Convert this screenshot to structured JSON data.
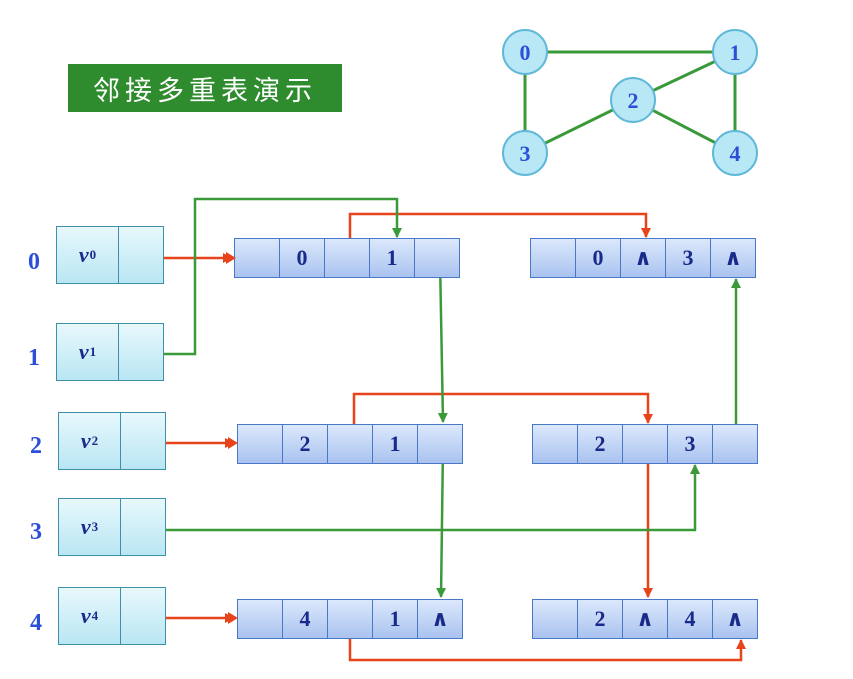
{
  "title": "邻接多重表演示",
  "graph": {
    "vertices": [
      "0",
      "1",
      "2",
      "3",
      "4"
    ],
    "edges": [
      [
        "0",
        "1"
      ],
      [
        "0",
        "3"
      ],
      [
        "1",
        "2"
      ],
      [
        "1",
        "4"
      ],
      [
        "2",
        "3"
      ],
      [
        "2",
        "4"
      ]
    ]
  },
  "vertex_table": [
    {
      "index": "0",
      "name": "v",
      "sub": "0"
    },
    {
      "index": "1",
      "name": "v",
      "sub": "1"
    },
    {
      "index": "2",
      "name": "v",
      "sub": "2"
    },
    {
      "index": "3",
      "name": "v",
      "sub": "3"
    },
    {
      "index": "4",
      "name": "v",
      "sub": "4"
    }
  ],
  "edge_nodes": [
    {
      "cells": [
        "",
        "0",
        "",
        "1",
        ""
      ]
    },
    {
      "cells": [
        "",
        "0",
        "∧",
        "3",
        "∧"
      ]
    },
    {
      "cells": [
        "",
        "2",
        "",
        "1",
        ""
      ]
    },
    {
      "cells": [
        "",
        "2",
        "",
        "3",
        ""
      ]
    },
    {
      "cells": [
        "",
        "4",
        "",
        "1",
        "∧"
      ]
    },
    {
      "cells": [
        "",
        "2",
        "∧",
        "4",
        "∧"
      ]
    }
  ],
  "colors": {
    "title_bg": "#2e8b2e",
    "index_text": "#2c4fd8",
    "red_pointer": "#e8441c",
    "green_pointer": "#3a9a3a",
    "vertex_fill": "#b9e6f3",
    "node_fill": "#a9c3ef"
  }
}
